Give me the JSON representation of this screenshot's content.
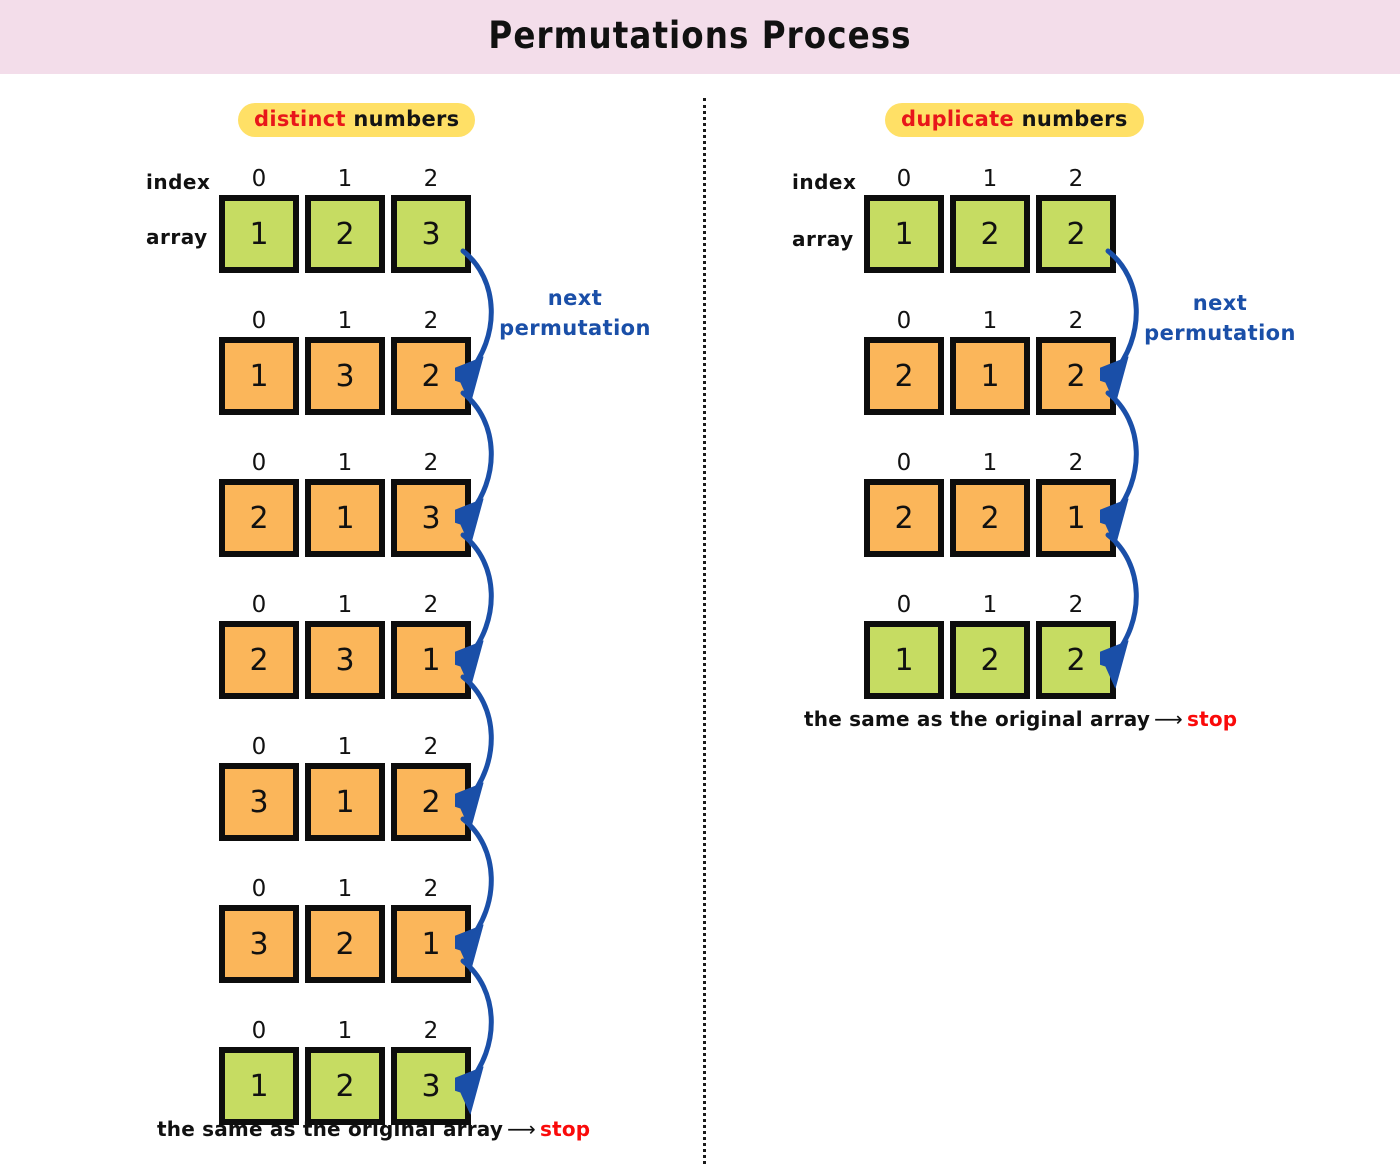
{
  "page": {
    "title": "Permutations Process",
    "banner_color": "#f3ddea",
    "green": "#c6dc62",
    "orange": "#fbb65a",
    "accent_blue": "#1a4fa8",
    "accent_red": "#fa0a0a",
    "pill_bg": "#ffe066"
  },
  "panels": [
    {
      "id": "distinct",
      "heading": {
        "keyword": "distinct",
        "rest": " numbers"
      },
      "labels": {
        "index": "index",
        "array": "array"
      },
      "annotation": {
        "line1": "next",
        "line2": "permutation"
      },
      "indices": [
        "0",
        "1",
        "2"
      ],
      "rows": [
        {
          "values": [
            "1",
            "2",
            "3"
          ],
          "color": "green"
        },
        {
          "values": [
            "1",
            "3",
            "2"
          ],
          "color": "orange"
        },
        {
          "values": [
            "2",
            "1",
            "3"
          ],
          "color": "orange"
        },
        {
          "values": [
            "2",
            "3",
            "1"
          ],
          "color": "orange"
        },
        {
          "values": [
            "3",
            "1",
            "2"
          ],
          "color": "orange"
        },
        {
          "values": [
            "3",
            "2",
            "1"
          ],
          "color": "orange"
        },
        {
          "values": [
            "1",
            "2",
            "3"
          ],
          "color": "green"
        }
      ],
      "footnote": {
        "text": "the same as the original array",
        "arrow": "⟶",
        "stop": "stop"
      }
    },
    {
      "id": "duplicate",
      "heading": {
        "keyword": "duplicate",
        "rest": " numbers"
      },
      "labels": {
        "index": "index",
        "array": "array"
      },
      "annotation": {
        "line1": "next",
        "line2": "permutation"
      },
      "indices": [
        "0",
        "1",
        "2"
      ],
      "rows": [
        {
          "values": [
            "1",
            "2",
            "2"
          ],
          "color": "green"
        },
        {
          "values": [
            "2",
            "1",
            "2"
          ],
          "color": "orange"
        },
        {
          "values": [
            "2",
            "2",
            "1"
          ],
          "color": "orange"
        },
        {
          "values": [
            "1",
            "2",
            "2"
          ],
          "color": "green"
        }
      ],
      "footnote": {
        "text": "the same as the original array",
        "arrow": "⟶",
        "stop": "stop"
      }
    }
  ]
}
